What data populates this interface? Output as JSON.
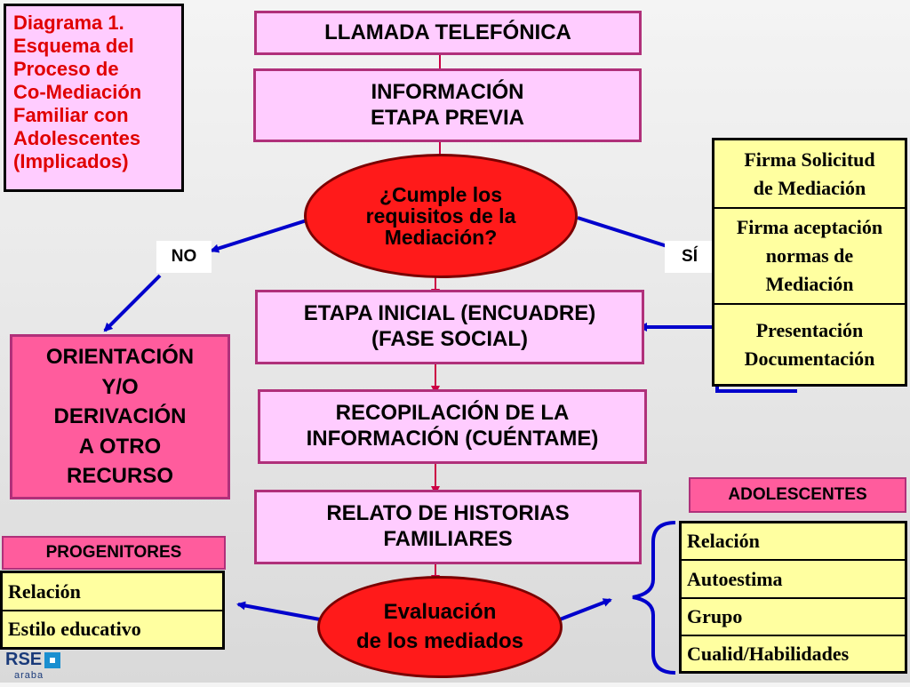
{
  "title": "Diagrama 1.\nEsquema del\nProceso de\nCo-Mediación\nFamiliar con\nAdolescentes\n(Implicados)",
  "flow": {
    "llamada": "LLAMADA TELEFÓNICA",
    "informacion": "INFORMACIÓN\nETAPA PREVIA",
    "decision": "¿Cumple los\nrequisitos de la\nMediación?",
    "no_label": "NO",
    "si_label": "SÍ",
    "etapa_inicial": "ETAPA INICIAL (ENCUADRE)\n(FASE SOCIAL)",
    "recopilacion": "RECOPILACIÓN DE LA\nINFORMACIÓN (CUÉNTAME)",
    "relato": "RELATO DE HISTORIAS\nFAMILIARES",
    "evaluacion": "Evaluación\nde los mediados"
  },
  "orientacion": "ORIENTACIÓN\nY/O\nDERIVACIÓN\nA OTRO\nRECURSO",
  "firma_items": [
    "Firma Solicitud\nde Mediación",
    "Firma aceptación\nnormas de\nMediación",
    "Presentación\nDocumentación"
  ],
  "progenitores": {
    "header": "PROGENITORES",
    "items": [
      "Relación",
      "Estilo educativo"
    ]
  },
  "adolescentes": {
    "header": "ADOLESCENTES",
    "items": [
      "Relación",
      "Autoestima",
      "Grupo",
      "Cualid/Habilidades"
    ]
  },
  "logo": {
    "main": "RSE",
    "sub": "araba"
  },
  "colors": {
    "box_fill": "#ffccff",
    "box_border": "#b0307a",
    "decision_fill": "#ff1a1a",
    "arrow_blue": "#0000cc",
    "list_fill": "#ffffa0",
    "header_pink": "#ff5c9d"
  }
}
